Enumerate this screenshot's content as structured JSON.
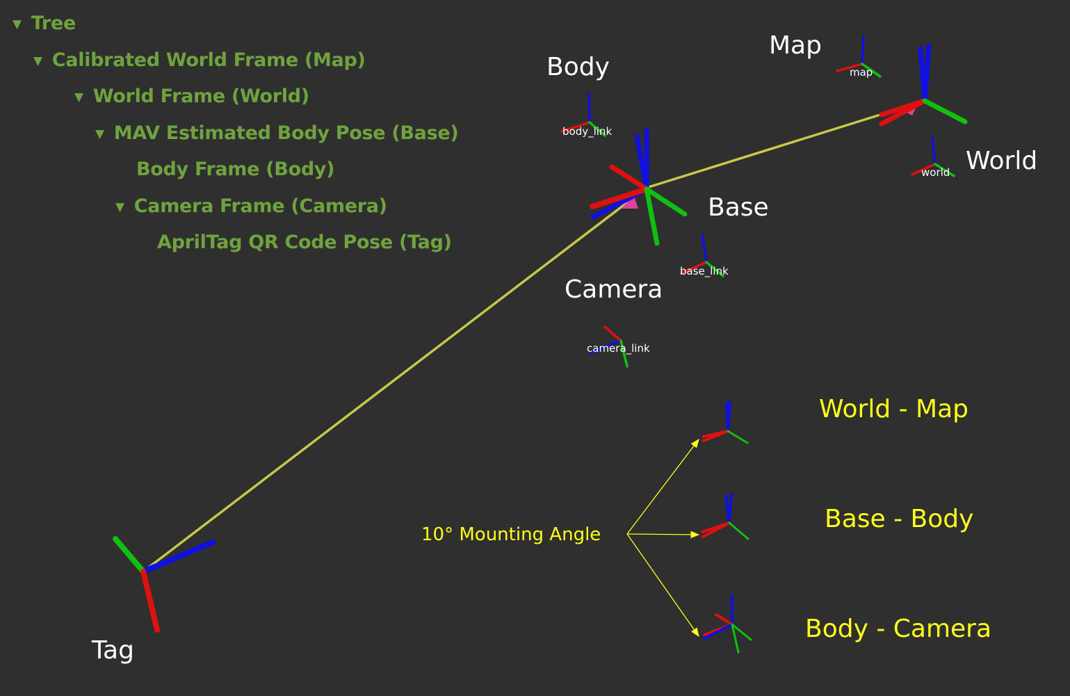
{
  "tree": {
    "root": "Tree",
    "items": [
      "Calibrated World Frame (Map)",
      "World Frame (World)",
      "MAV Estimated Body Pose (Base)",
      "Body Frame (Body)",
      "Camera Frame (Camera)",
      "AprilTag QR Code Pose (Tag)"
    ]
  },
  "frames": {
    "body": "Body",
    "map": "Map",
    "world": "World",
    "base": "Base",
    "camera": "Camera",
    "tag": "Tag"
  },
  "small_labels": {
    "body_link": "body_link",
    "map": "map",
    "world": "world",
    "base_link": "base_link",
    "camera_link": "camera_link"
  },
  "legend": {
    "annotation": "10°  Mounting Angle",
    "world_map": "World - Map",
    "base_body": "Base - Body",
    "body_camera": "Body - Camera"
  },
  "colors": {
    "background": "#2f2f2f",
    "tree_text": "#6fa33e",
    "label_text": "#ffffff",
    "highlight": "#ffff1a",
    "link_line": "#c8c84a",
    "axis_x": "#e01010",
    "axis_y": "#10c010",
    "axis_z": "#1010e0",
    "arrow_head": "#e040a0"
  }
}
